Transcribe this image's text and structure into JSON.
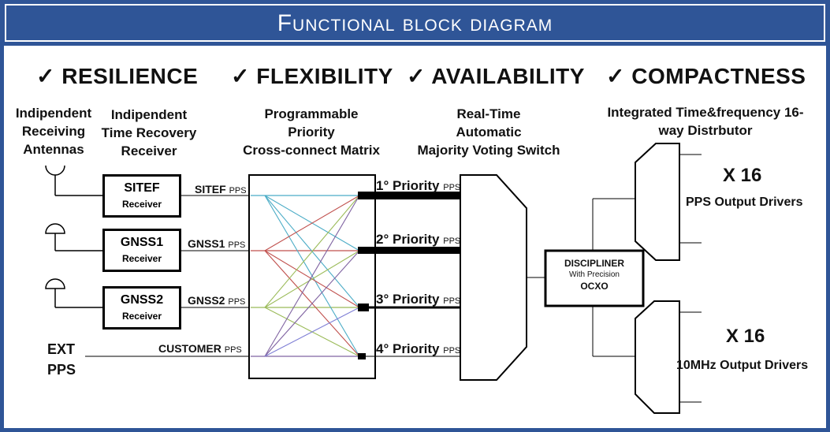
{
  "title": "Functional block diagram",
  "headers": [
    {
      "check": "✓",
      "label": "RESILIENCE"
    },
    {
      "check": "✓",
      "label": "FLEXIBILITY"
    },
    {
      "check": "✓",
      "label": "AVAILABILITY"
    },
    {
      "check": "✓",
      "label": "COMPACTNESS"
    }
  ],
  "subheaders": {
    "antennas": [
      "Indipendent",
      "Receiving",
      "Antennas"
    ],
    "receivers": [
      "Indipendent",
      "Time Recovery",
      "Receiver"
    ],
    "matrix": [
      "Programmable",
      "Priority",
      "Cross-connect Matrix"
    ],
    "switch": [
      "Real-Time",
      "Automatic",
      "Majority Voting Switch"
    ],
    "distributor": [
      "Integrated Time&frequency 16-",
      "way Distrbutor"
    ]
  },
  "receivers": [
    {
      "name": "SITEF",
      "sub": "Receiver"
    },
    {
      "name": "GNSS1",
      "sub": "Receiver"
    },
    {
      "name": "GNSS2",
      "sub": "Receiver"
    }
  ],
  "ext_input": [
    "EXT",
    "PPS"
  ],
  "signals": [
    {
      "name": "SITEF",
      "unit": "PPS"
    },
    {
      "name": "GNSS1",
      "unit": "PPS"
    },
    {
      "name": "GNSS2",
      "unit": "PPS"
    },
    {
      "name": "CUSTOMER",
      "unit": "PPS"
    }
  ],
  "priorities": [
    {
      "label": "1° Priority",
      "unit": "PPS"
    },
    {
      "label": "2° Priority",
      "unit": "PPS"
    },
    {
      "label": "3° Priority",
      "unit": "PPS"
    },
    {
      "label": "4° Priority",
      "unit": "PPS"
    }
  ],
  "disciplined": {
    "line1": "DISCIPLINER",
    "line2": "With Precision",
    "line3": "OCXO"
  },
  "outputs": [
    {
      "count": "X 16",
      "label": "PPS Output Drivers"
    },
    {
      "count": "X 16",
      "label": "10MHz Output Drivers"
    }
  ],
  "colors": {
    "frame": "#2f5597",
    "matrix_lines": [
      "#4bacc6",
      "#c0504d",
      "#9bbb59",
      "#8064a2",
      "#7f7fd5"
    ]
  }
}
